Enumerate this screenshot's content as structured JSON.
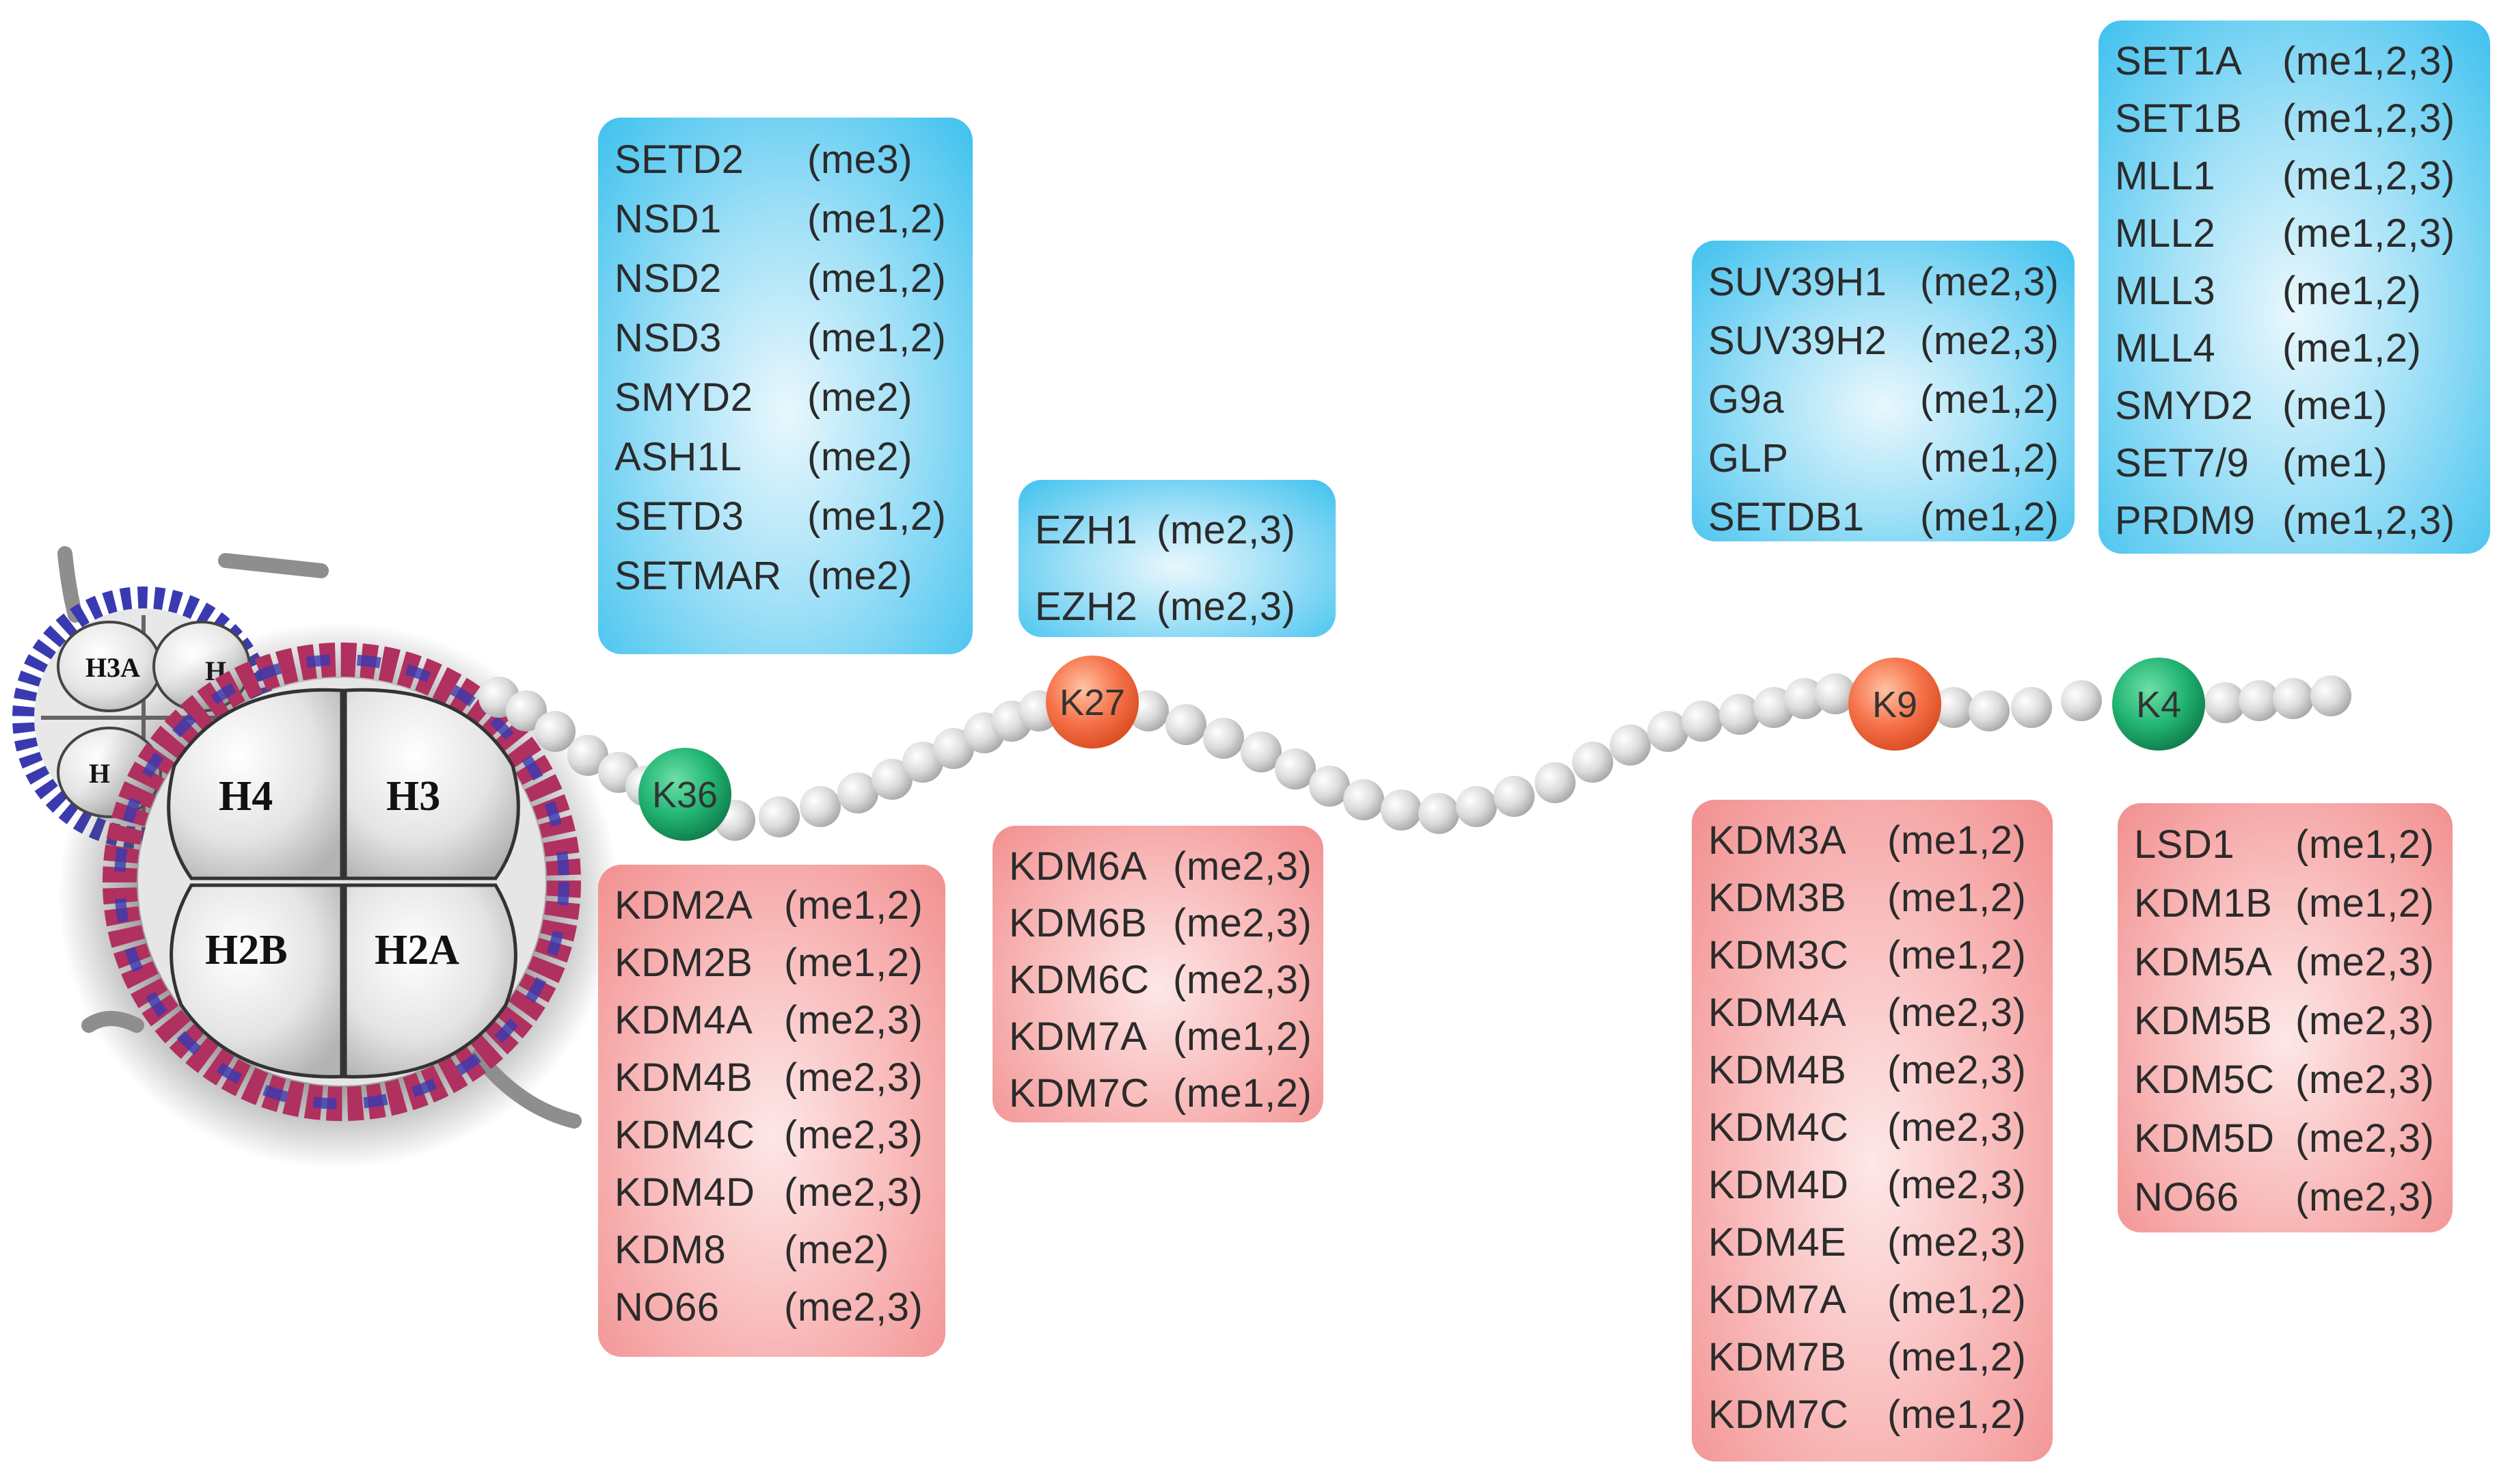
{
  "histone_labels": {
    "h3a": "H3A",
    "h4": "H4",
    "h3": "H3",
    "h2b": "H2B",
    "h2a": "H2A",
    "hidden_a": "H",
    "hidden_b": "H"
  },
  "lysines": [
    {
      "id": "k36",
      "label": "K36",
      "color": "#1aa56a"
    },
    {
      "id": "k27",
      "label": "K27",
      "color": "#f25a2c"
    },
    {
      "id": "k9",
      "label": "K9",
      "color": "#f25a2c"
    },
    {
      "id": "k4",
      "label": "K4",
      "color": "#1aa56a"
    }
  ],
  "colors": {
    "writer_box": "#3ec1ee",
    "eraser_box": "#f28f8f",
    "bead": "#cfcfcf",
    "tail": "#9a9a9a"
  },
  "methyltransferases": {
    "k36": [
      {
        "name": "SETD2",
        "mark": "(me3)"
      },
      {
        "name": "NSD1",
        "mark": "(me1,2)"
      },
      {
        "name": "NSD2",
        "mark": "(me1,2)"
      },
      {
        "name": "NSD3",
        "mark": "(me1,2)"
      },
      {
        "name": "SMYD2",
        "mark": "(me2)"
      },
      {
        "name": "ASH1L",
        "mark": "(me2)"
      },
      {
        "name": "SETD3",
        "mark": "(me1,2)"
      },
      {
        "name": "SETMAR",
        "mark": "(me2)"
      }
    ],
    "k27": [
      {
        "name": "EZH1",
        "mark": "(me2,3)"
      },
      {
        "name": "EZH2",
        "mark": "(me2,3)"
      }
    ],
    "k9": [
      {
        "name": "SUV39H1",
        "mark": "(me2,3)"
      },
      {
        "name": "SUV39H2",
        "mark": "(me2,3)"
      },
      {
        "name": "G9a",
        "mark": "(me1,2)"
      },
      {
        "name": "GLP",
        "mark": "(me1,2)"
      },
      {
        "name": "SETDB1",
        "mark": "(me1,2)"
      }
    ],
    "k4": [
      {
        "name": "SET1A",
        "mark": "(me1,2,3)"
      },
      {
        "name": "SET1B",
        "mark": "(me1,2,3)"
      },
      {
        "name": "MLL1",
        "mark": "(me1,2,3)"
      },
      {
        "name": "MLL2",
        "mark": "(me1,2,3)"
      },
      {
        "name": "MLL3",
        "mark": "(me1,2)"
      },
      {
        "name": "MLL4",
        "mark": "(me1,2)"
      },
      {
        "name": "SMYD2",
        "mark": "(me1)"
      },
      {
        "name": "SET7/9",
        "mark": "(me1)"
      },
      {
        "name": "PRDM9",
        "mark": "(me1,2,3)"
      }
    ]
  },
  "demethylases": {
    "k36": [
      {
        "name": "KDM2A",
        "mark": "(me1,2)"
      },
      {
        "name": "KDM2B",
        "mark": "(me1,2)"
      },
      {
        "name": "KDM4A",
        "mark": "(me2,3)"
      },
      {
        "name": "KDM4B",
        "mark": "(me2,3)"
      },
      {
        "name": "KDM4C",
        "mark": "(me2,3)"
      },
      {
        "name": "KDM4D",
        "mark": "(me2,3)"
      },
      {
        "name": "KDM8",
        "mark": "(me2)"
      },
      {
        "name": "NO66",
        "mark": "(me2,3)"
      }
    ],
    "k27": [
      {
        "name": "KDM6A",
        "mark": "(me2,3)"
      },
      {
        "name": "KDM6B",
        "mark": "(me2,3)"
      },
      {
        "name": "KDM6C",
        "mark": "(me2,3)"
      },
      {
        "name": "KDM7A",
        "mark": "(me1,2)"
      },
      {
        "name": "KDM7C",
        "mark": "(me1,2)"
      }
    ],
    "k9": [
      {
        "name": "KDM3A",
        "mark": "(me1,2)"
      },
      {
        "name": "KDM3B",
        "mark": "(me1,2)"
      },
      {
        "name": "KDM3C",
        "mark": "(me1,2)"
      },
      {
        "name": "KDM4A",
        "mark": "(me2,3)"
      },
      {
        "name": "KDM4B",
        "mark": "(me2,3)"
      },
      {
        "name": "KDM4C",
        "mark": "(me2,3)"
      },
      {
        "name": "KDM4D",
        "mark": "(me2,3)"
      },
      {
        "name": "KDM4E",
        "mark": "(me2,3)"
      },
      {
        "name": "KDM7A",
        "mark": "(me1,2)"
      },
      {
        "name": "KDM7B",
        "mark": "(me1,2)"
      },
      {
        "name": "KDM7C",
        "mark": "(me1,2)"
      }
    ],
    "k4": [
      {
        "name": "LSD1",
        "mark": "(me1,2)"
      },
      {
        "name": "KDM1B",
        "mark": "(me1,2)"
      },
      {
        "name": "KDM5A",
        "mark": "(me2,3)"
      },
      {
        "name": "KDM5B",
        "mark": "(me2,3)"
      },
      {
        "name": "KDM5C",
        "mark": "(me2,3)"
      },
      {
        "name": "KDM5D",
        "mark": "(me2,3)"
      },
      {
        "name": "NO66",
        "mark": "(me2,3)"
      }
    ]
  }
}
